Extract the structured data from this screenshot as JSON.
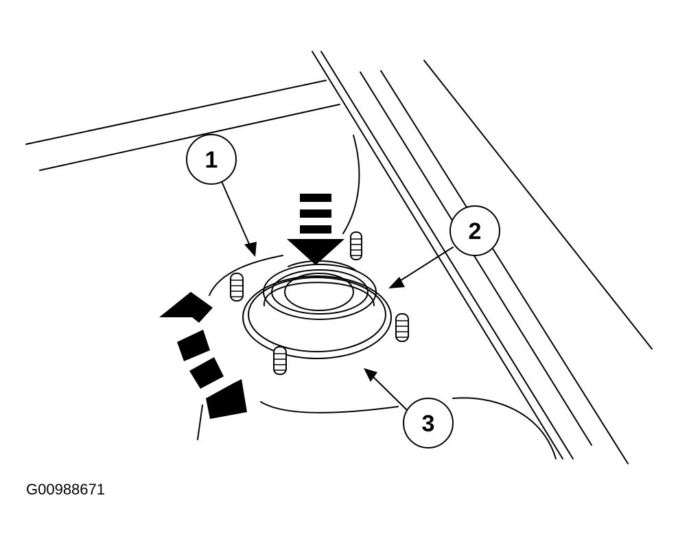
{
  "callouts": [
    {
      "label": "1"
    },
    {
      "label": "2"
    },
    {
      "label": "3"
    }
  ],
  "figure_id": "G00988671"
}
